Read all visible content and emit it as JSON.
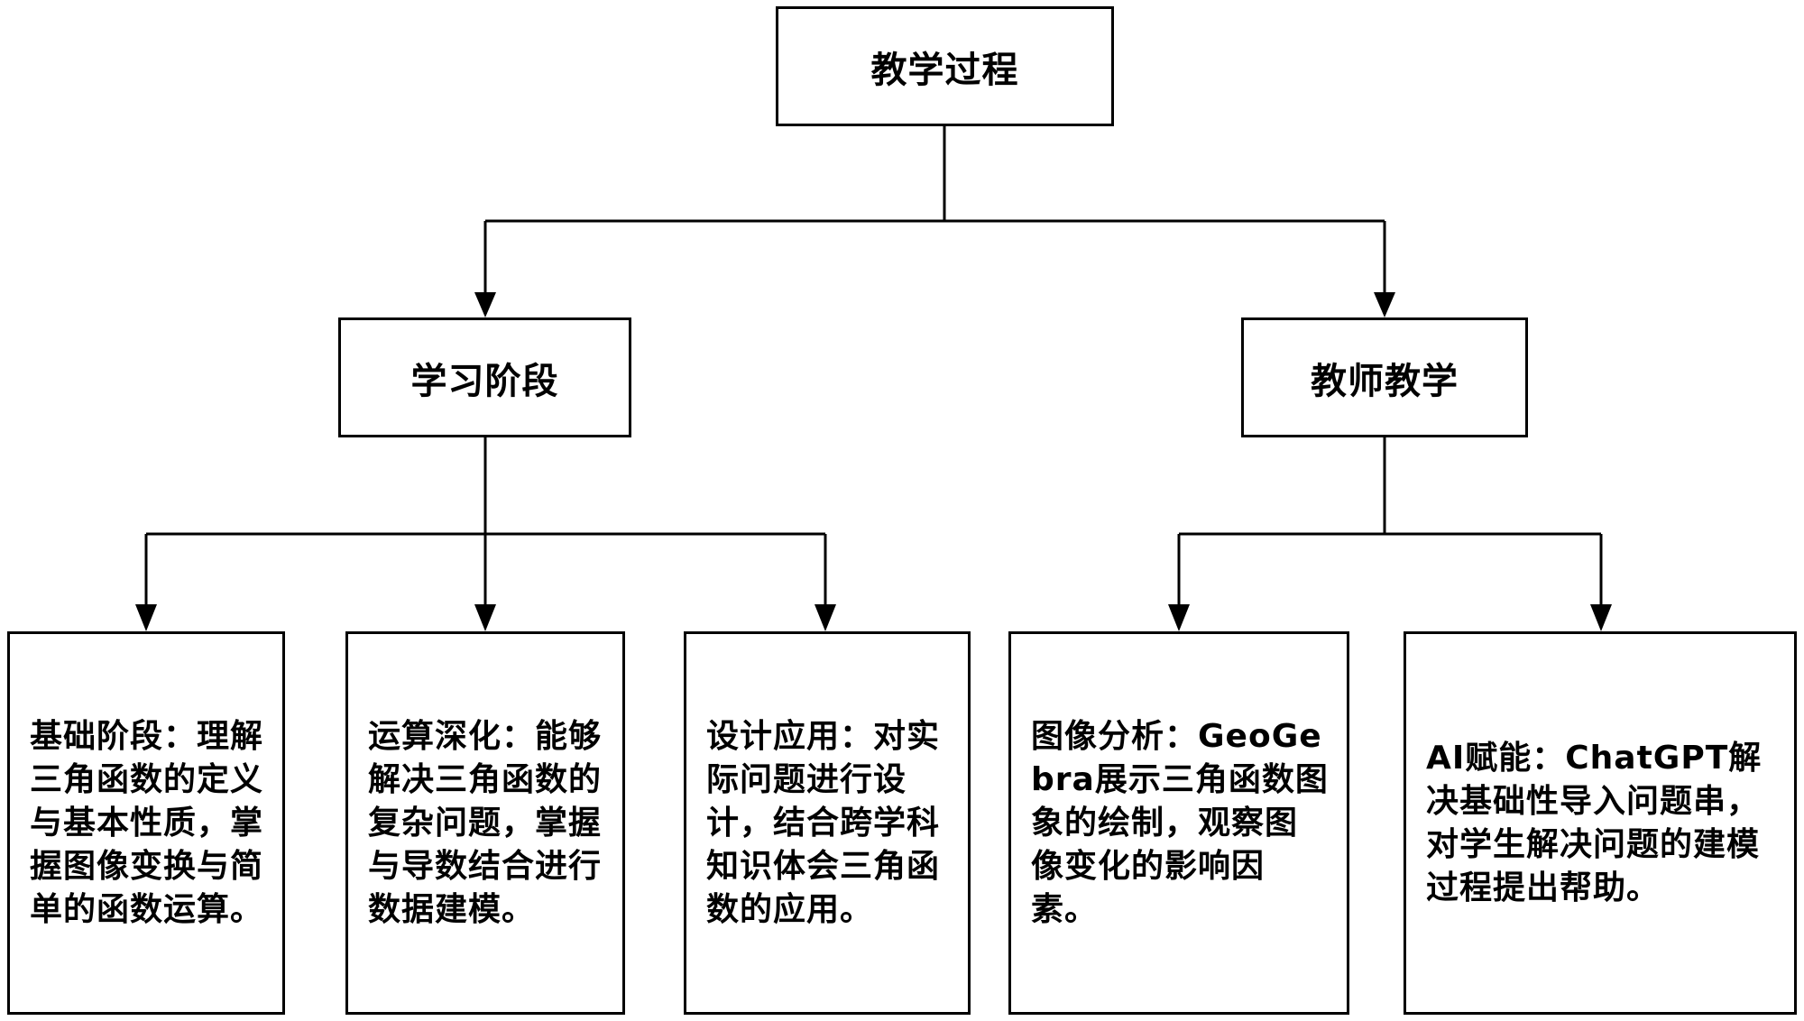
{
  "diagram": {
    "root": {
      "label": "教学过程"
    },
    "branches": [
      {
        "label": "学习阶段",
        "children": [
          {
            "text": "基础阶段：理解三角函数的定义与基本性质，掌握图像变换与简单的函数运算。"
          },
          {
            "text": "运算深化：能够解决三角函数的复杂问题，掌握与导数结合进行数据建模。"
          },
          {
            "text": "设计应用：对实际问题进行设计，结合跨学科知识体会三角函数的应用。"
          }
        ]
      },
      {
        "label": "教师教学",
        "children": [
          {
            "text": "图像分析：GeoGebra展示三角函数图象的绘制，观察图像变化的影响因素。"
          },
          {
            "text": "AI赋能：ChatGPT解决基础性导入问题串，对学生解决问题的建模过程提出帮助。"
          }
        ]
      }
    ]
  }
}
